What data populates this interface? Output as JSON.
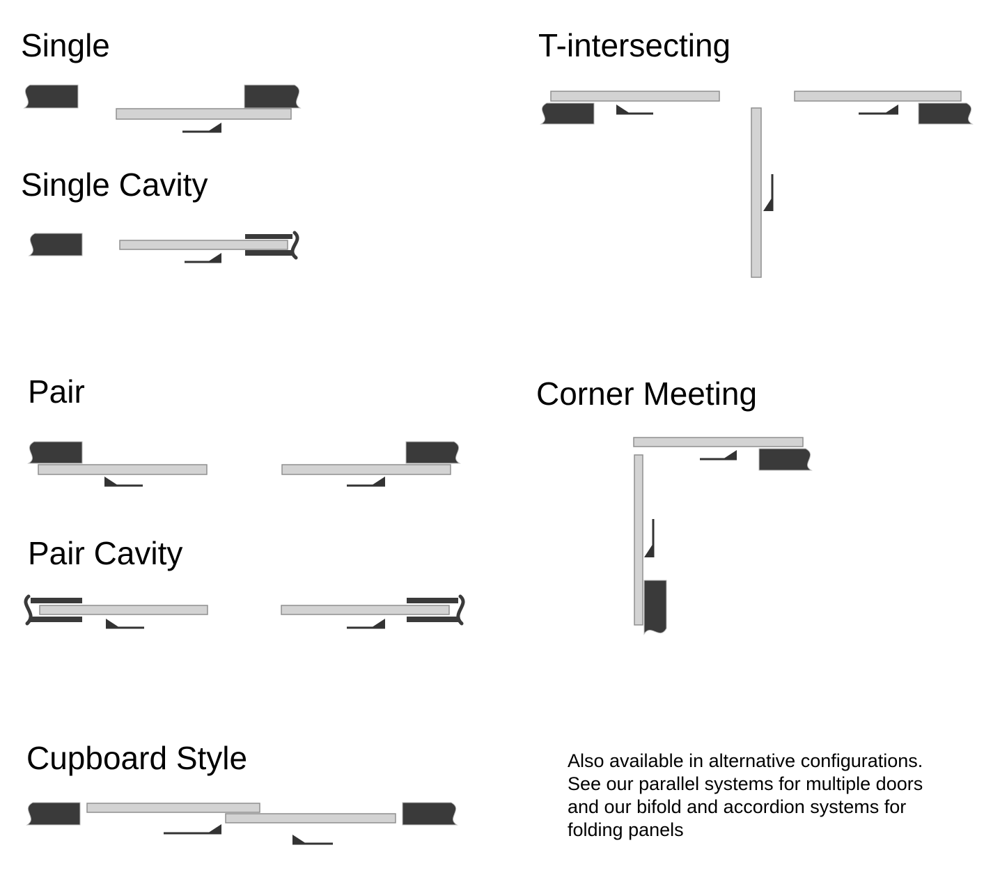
{
  "colors": {
    "wall": "#3a3a3a",
    "door_fill": "#d3d3d3",
    "door_border": "#8f8f8f",
    "arrow": "#333333",
    "background": "#ffffff"
  },
  "sections": {
    "single": {
      "title": "Single"
    },
    "single_cavity": {
      "title": "Single Cavity"
    },
    "pair": {
      "title": "Pair"
    },
    "pair_cavity": {
      "title": "Pair Cavity"
    },
    "cupboard": {
      "title": "Cupboard Style"
    },
    "t_intersecting": {
      "title": "T-intersecting"
    },
    "corner_meeting": {
      "title": "Corner Meeting"
    }
  },
  "note": {
    "lines": [
      "Also available in alternative configurations.",
      "See our parallel systems for multiple doors",
      "and our bifold and accordion systems for",
      "folding panels"
    ]
  }
}
